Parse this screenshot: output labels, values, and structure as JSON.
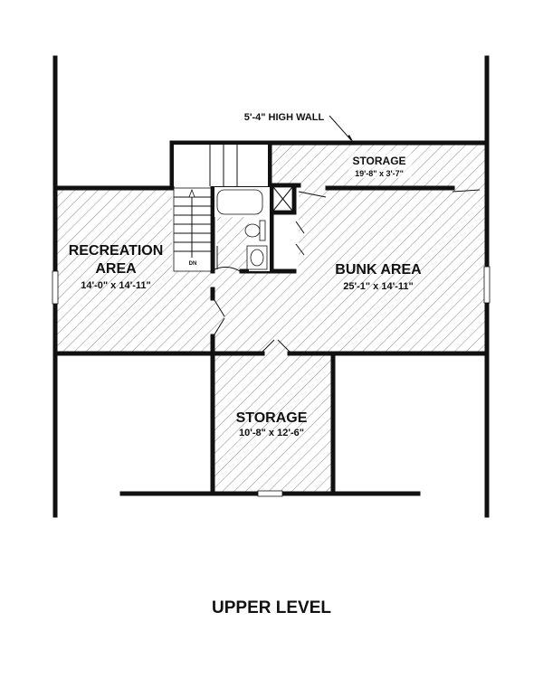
{
  "plan": {
    "title": "UPPER LEVEL",
    "wall_note": "5'-4\" HIGH WALL",
    "stair_label": "DN",
    "rooms": [
      {
        "name": "STORAGE",
        "dims": "19'-8\" x 3'-7\""
      },
      {
        "name_line1": "RECREATION",
        "name_line2": "AREA",
        "dims": "14'-0\" x 14'-11\""
      },
      {
        "name": "BUNK AREA",
        "dims": "25'-1\" x 14'-11\""
      },
      {
        "name": "STORAGE",
        "dims": "10'-8\" x 12'-6\""
      }
    ]
  }
}
